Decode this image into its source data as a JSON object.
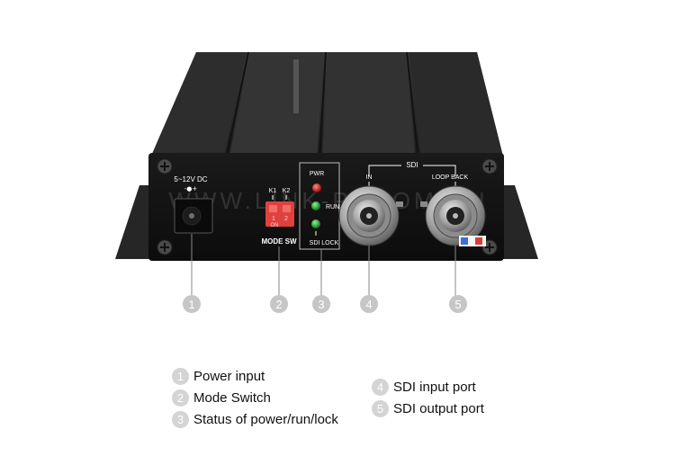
{
  "device": {
    "power_label": "5~12V DC",
    "power_polarity": "-●+",
    "switch_keys": [
      "K1",
      "K2"
    ],
    "switch_positions": [
      "1",
      "2"
    ],
    "switch_on": "ON",
    "switch_label": "MODE SW",
    "led_pwr": "PWR",
    "led_run": "RUN",
    "led_lock": "SDI  LOCK",
    "sdi_label": "SDI",
    "port_in_label": "IN",
    "port_loop_label": "LOOP  BACK",
    "watermark": "WWW.LINK-PI.COM.CN"
  },
  "callouts": [
    "1",
    "2",
    "3",
    "4",
    "5"
  ],
  "legend": [
    {
      "num": "1",
      "text": "Power input"
    },
    {
      "num": "2",
      "text": "Mode Switch"
    },
    {
      "num": "3",
      "text": "Status of power/run/lock"
    },
    {
      "num": "4",
      "text": "SDI input port"
    },
    {
      "num": "5",
      "text": "SDI output port"
    }
  ],
  "colors": {
    "chassis": "#1e1e1e",
    "faceplate": "#121212",
    "switch_red": "#e0413f",
    "led_red": "#d0231f",
    "led_green": "#2cc23a",
    "callout_gray": "#c6c6c6"
  }
}
